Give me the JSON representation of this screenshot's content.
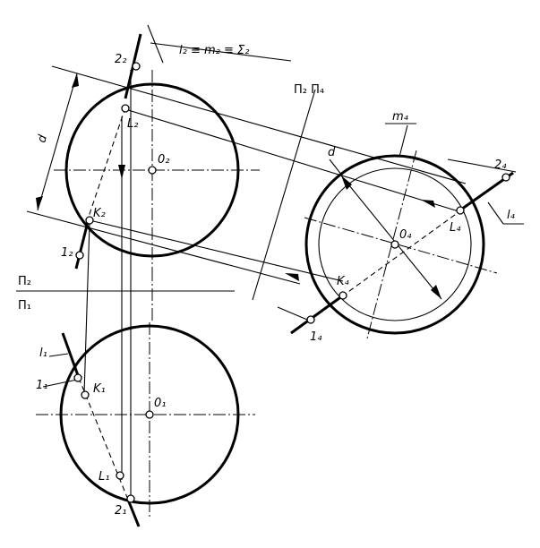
{
  "labels": {
    "plane_eq": "l₂ ≡ m₂ ≡ Σ₂",
    "pt_2_2": "2₂",
    "pt_L2": "L₂",
    "pt_O2": "0₂",
    "pt_K2": "K₂",
    "pt_1_2": "1₂",
    "dim_d_left": "d",
    "axis_P2_P4": "Π₂  Π₄",
    "axis_P2_top": "Π₂",
    "axis_P1": "Π₁",
    "pt_m4": "m₄",
    "dim_d_right": "d",
    "pt_2_4": "2₄",
    "pt_L4": "L₄",
    "pt_l4": "l₄",
    "pt_O4": "0₄",
    "pt_K4": "K₄",
    "pt_1_4": "1₄",
    "pt_l1": "l₁",
    "pt_1_1": "1₁",
    "pt_K1": "K₁",
    "pt_O1": "0₁",
    "pt_L1": "L₁",
    "pt_2_1": "2₁"
  }
}
